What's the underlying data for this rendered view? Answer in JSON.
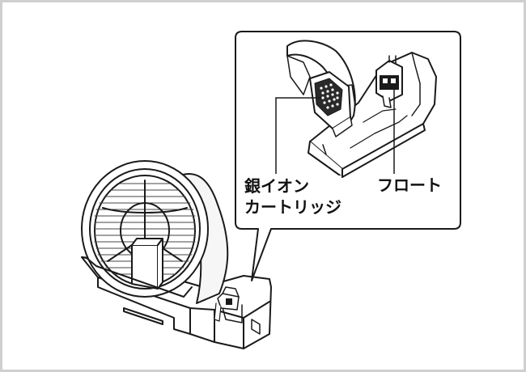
{
  "labels": {
    "cartridge_line1": "銀イオン",
    "cartridge_line2": "カートリッジ",
    "float": "フロート"
  }
}
